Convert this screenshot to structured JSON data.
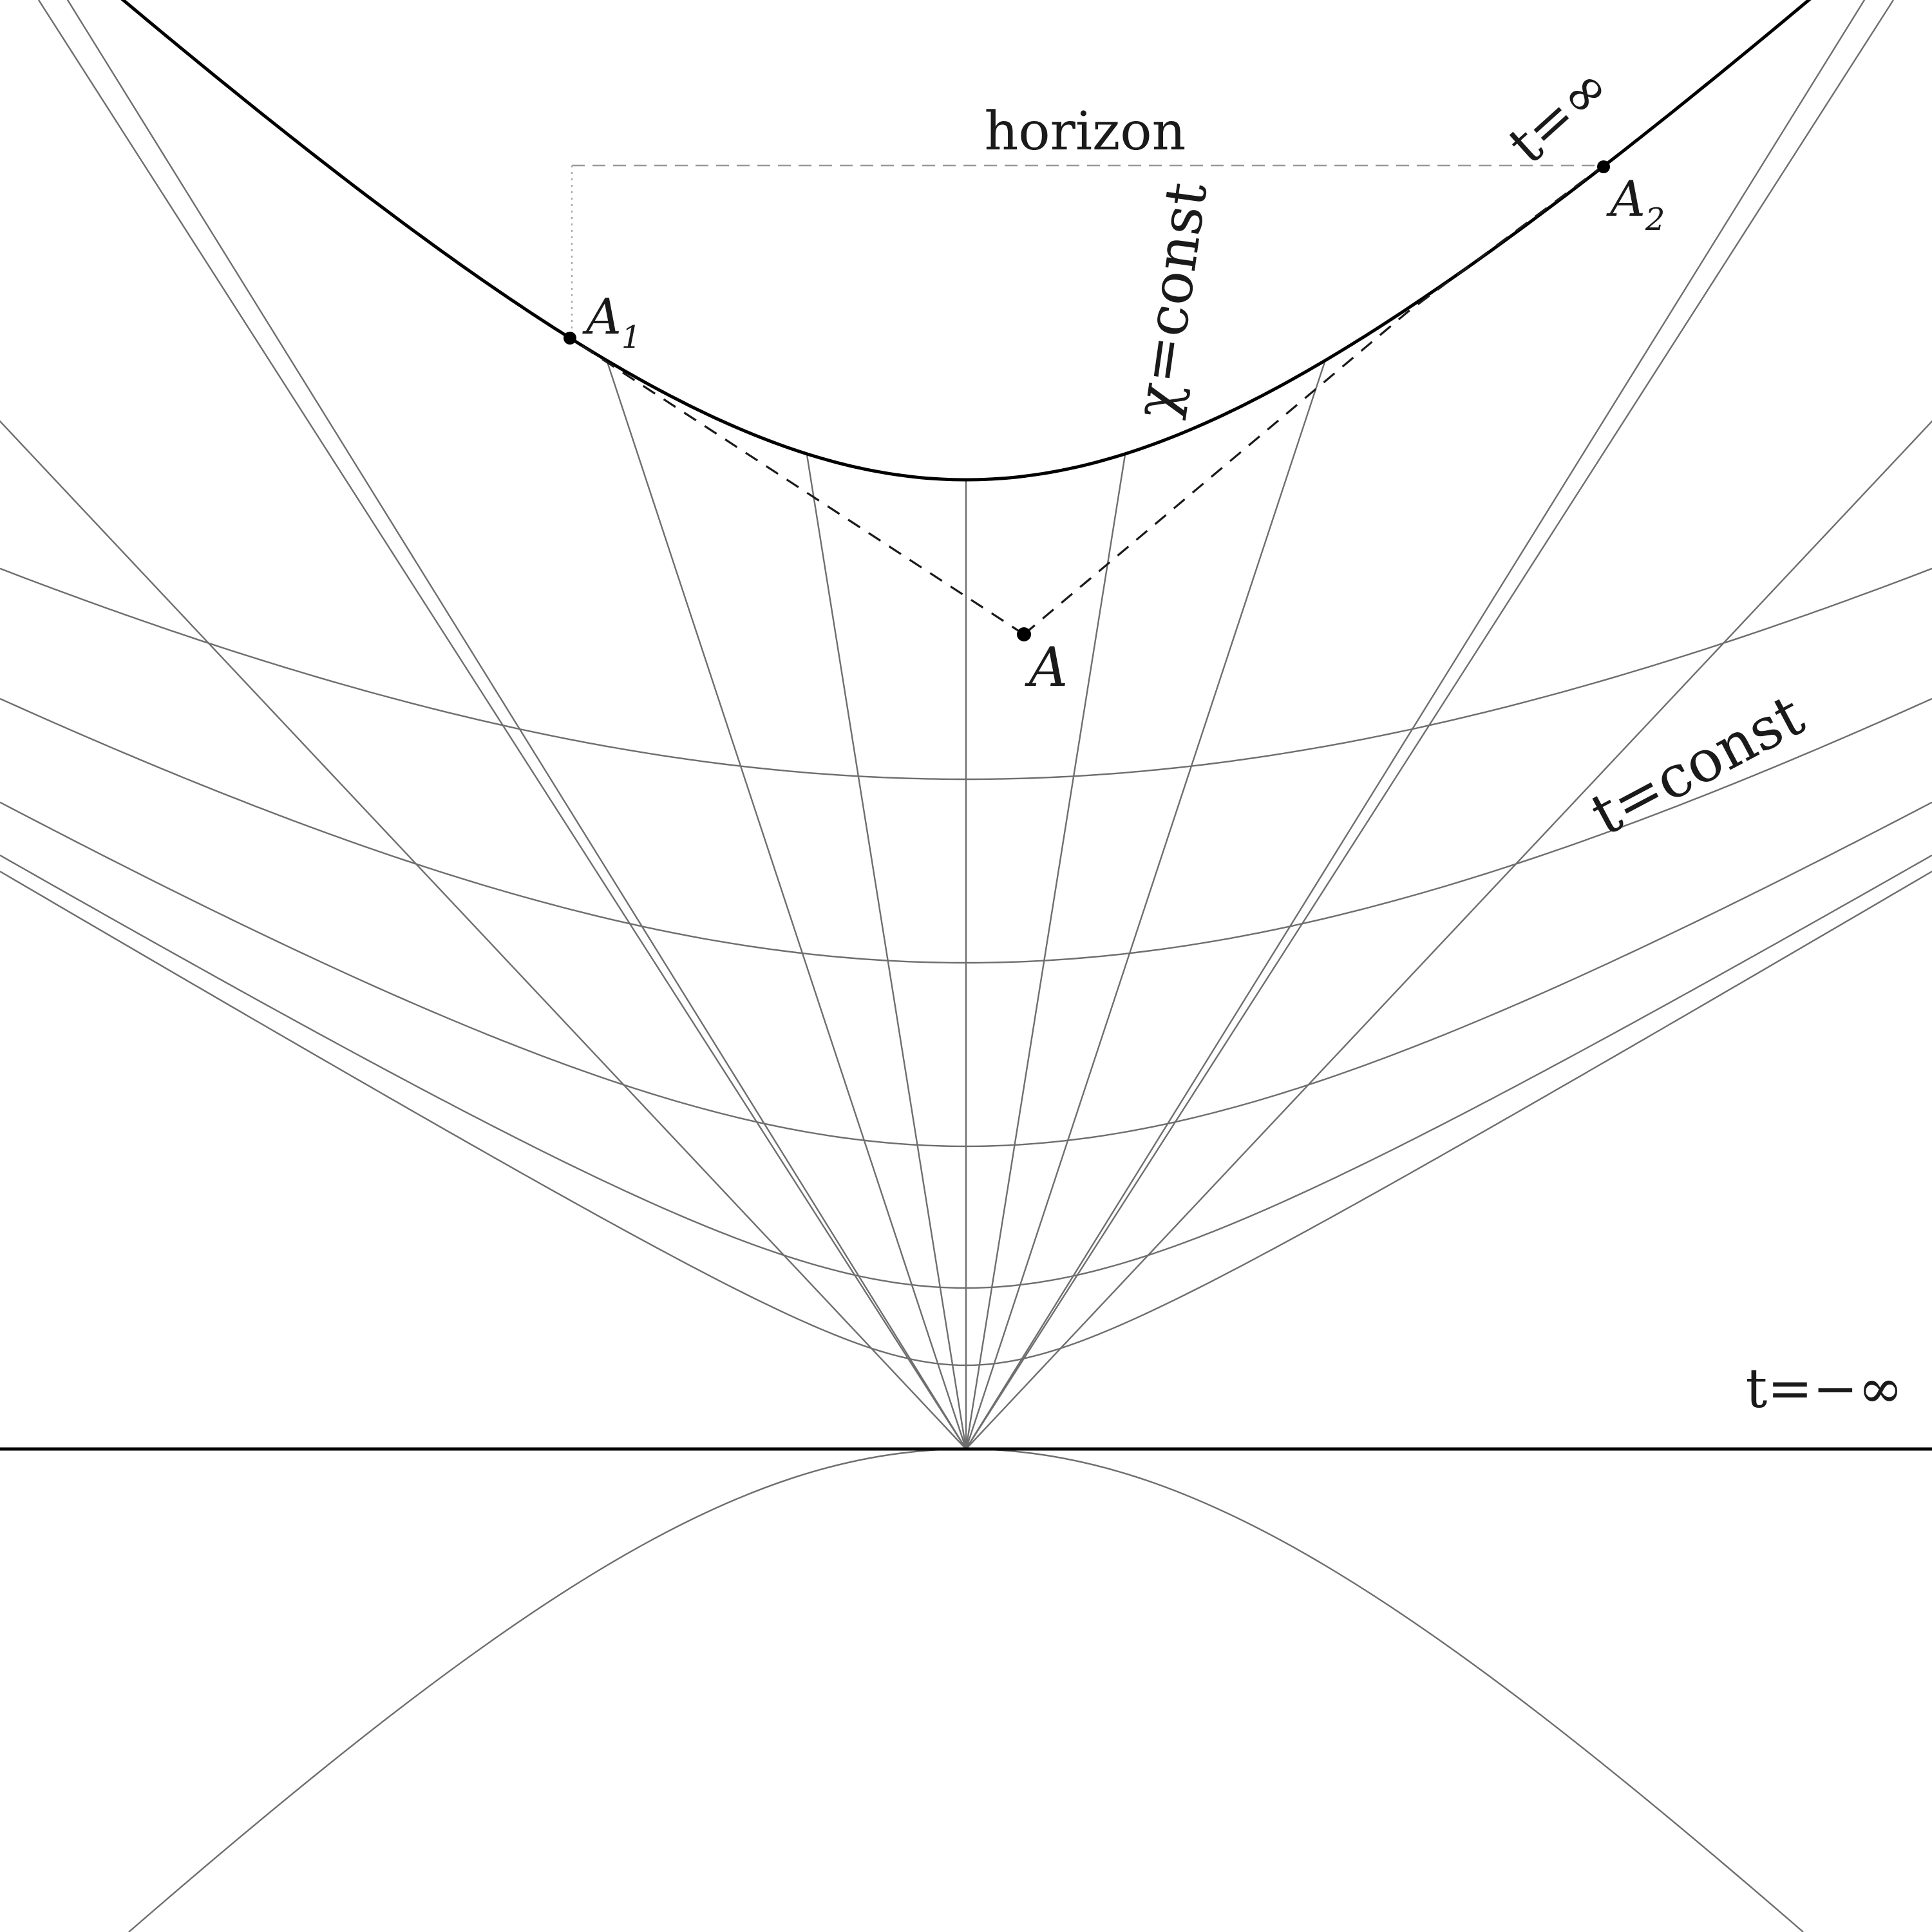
{
  "labels": {
    "horizon": "horizon",
    "t_infinity": "t=∞",
    "t_minus_infinity": "t=−∞",
    "t_const": "t=const",
    "chi_const": "χ=const",
    "point_a": "A",
    "point_a1": "A",
    "point_a1_sub": "1",
    "point_a2": "A",
    "point_a2_sub": "2"
  }
}
